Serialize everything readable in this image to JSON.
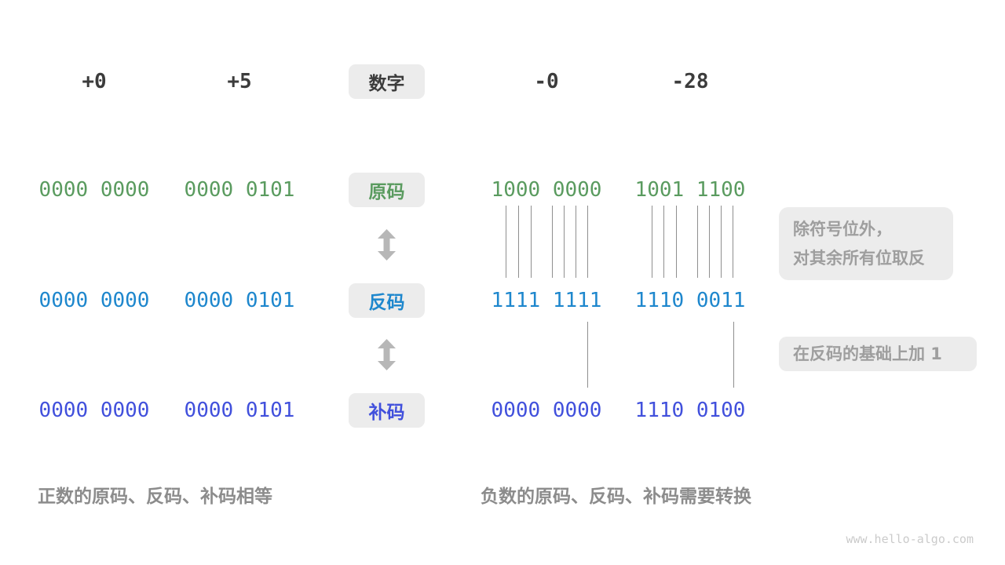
{
  "header": {
    "numbers": [
      "+0",
      "+5",
      "-0",
      "-28"
    ],
    "label": "数字"
  },
  "rows": [
    {
      "label": "原码",
      "color": "#5A9B5F",
      "values": [
        "0000 0000",
        "0000 0101",
        "1000 0000",
        "1001 1100"
      ]
    },
    {
      "label": "反码",
      "color": "#1E87CD",
      "values": [
        "0000 0000",
        "0000 0101",
        "1111 1111",
        "1110 0011"
      ]
    },
    {
      "label": "补码",
      "color": "#4150DC",
      "values": [
        "0000 0000",
        "0000 0101",
        "0000 0000",
        "1110 0100"
      ]
    }
  ],
  "annotations": {
    "invert_line1": "除符号位外，",
    "invert_line2": "对其余所有位取反",
    "add_one": "在反码的基础上加 1"
  },
  "captions": {
    "positive": "正数的原码、反码、补码相等",
    "negative": "负数的原码、反码、补码需要转换"
  },
  "watermark": "www.hello-algo.com",
  "colors": {
    "header_text": "#3C3C3C",
    "box_bg": "#ECECEC",
    "green": "#5A9B5F",
    "blue": "#1E87CD",
    "indigo": "#4150DC",
    "caption_gray": "#8C8C8C",
    "annotation_gray": "#9E9E9E",
    "arrow_gray": "#B7B7B7",
    "tick_gray": "#8F8F8F",
    "watermark_gray": "#CBCBCB"
  },
  "icons": {
    "arrow_between_rows": "up-down-arrow"
  }
}
